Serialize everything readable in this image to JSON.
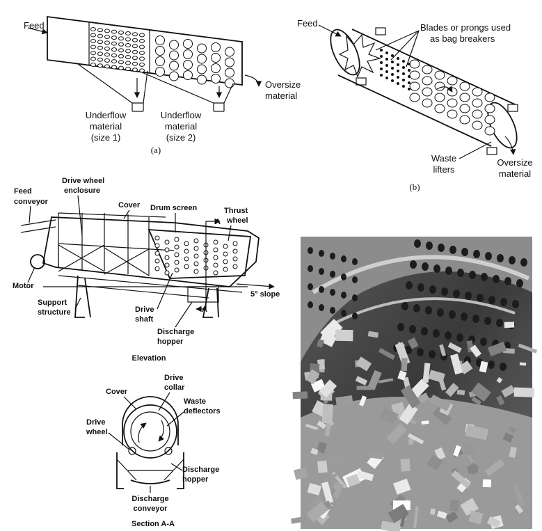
{
  "panel_a": {
    "feed": "Feed",
    "underflow1": [
      "Underflow",
      "material",
      "(size 1)"
    ],
    "underflow2": [
      "Underflow",
      "material",
      "(size 2)"
    ],
    "oversize": [
      "Oversize",
      "material"
    ],
    "caption": "(a)"
  },
  "panel_b": {
    "feed": "Feed",
    "blades": [
      "Blades or prongs used",
      "as bag breakers"
    ],
    "lifters": [
      "Waste",
      "lifters"
    ],
    "oversize": [
      "Oversize",
      "material"
    ],
    "caption": "(b)"
  },
  "elevation": {
    "feed_conveyor": [
      "Feed",
      "conveyor"
    ],
    "drive_wheel_enclosure": [
      "Drive wheel",
      "enclosure"
    ],
    "cover": "Cover",
    "drum_screen": "Drum screen",
    "thrust_wheel": [
      "Thrust",
      "wheel"
    ],
    "section_mark": "A",
    "motor": "Motor",
    "support_structure": [
      "Support",
      "structure"
    ],
    "drive_shaft": [
      "Drive",
      "shaft"
    ],
    "discharge_hopper": [
      "Discharge",
      "hopper"
    ],
    "slope": "5° slope",
    "caption": "Elevation"
  },
  "section": {
    "cover": "Cover",
    "drive_collar": [
      "Drive",
      "collar"
    ],
    "waste_deflectors": [
      "Waste",
      "deflectors"
    ],
    "drive_wheel": [
      "Drive",
      "wheel"
    ],
    "discharge_hopper": [
      "Discharge",
      "hopper"
    ],
    "discharge_conveyor": [
      "Discharge",
      "conveyor"
    ],
    "caption": "Section A-A"
  }
}
